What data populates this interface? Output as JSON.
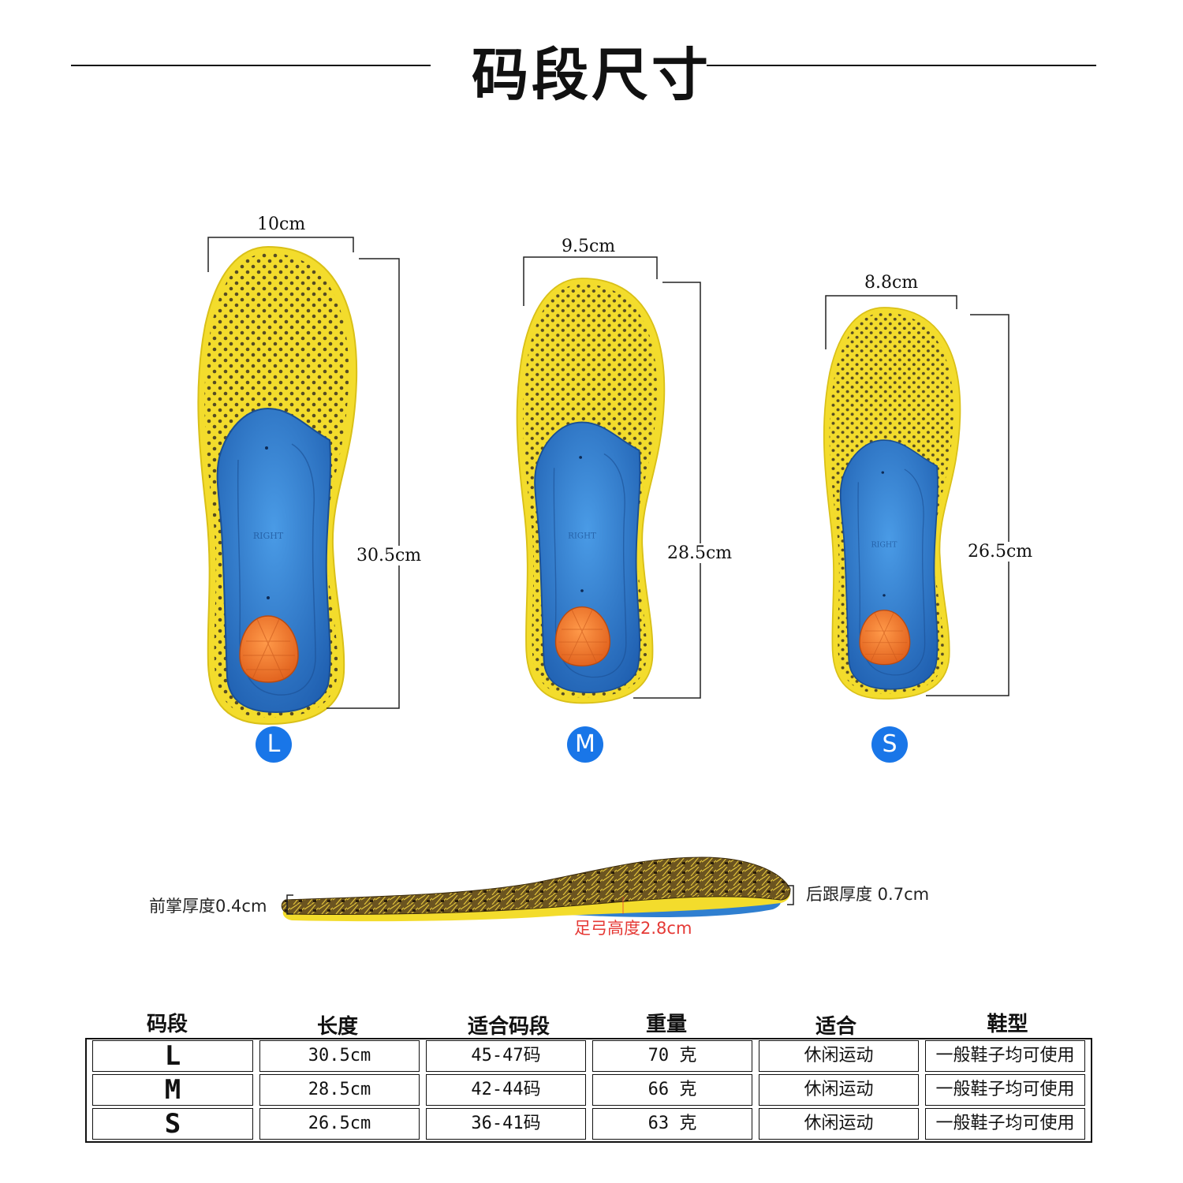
{
  "title": "码段尺寸",
  "insoles": [
    {
      "size": "L",
      "width": "10cm",
      "length": "30.5cm"
    },
    {
      "size": "M",
      "width": "9.5cm",
      "length": "28.5cm"
    },
    {
      "size": "S",
      "width": "8.8cm",
      "length": "26.5cm"
    }
  ],
  "side_view": {
    "forefoot": "前掌厚度0.4cm",
    "heel": "后跟厚度 0.7cm",
    "arch": "足弓高度2.8cm"
  },
  "insole_text": "RIGHT",
  "table": {
    "headers": [
      "码段",
      "长度",
      "适合码段",
      "重量",
      "适合",
      "鞋型"
    ],
    "rows": [
      [
        "L",
        "30.5cm",
        "45-47码",
        "70 克",
        "休闲运动",
        "一般鞋子均可使用"
      ],
      [
        "M",
        "28.5cm",
        "42-44码",
        "66 克",
        "休闲运动",
        "一般鞋子均可使用"
      ],
      [
        "S",
        "26.5cm",
        "36-41码",
        "63 克",
        "休闲运动",
        "一般鞋子均可使用"
      ]
    ]
  },
  "colors": {
    "foam_yellow": "#f3dc2c",
    "arch_blue": "#2f7fd0",
    "heel_orange": "#f07a2a",
    "badge_blue": "#1976e8"
  }
}
